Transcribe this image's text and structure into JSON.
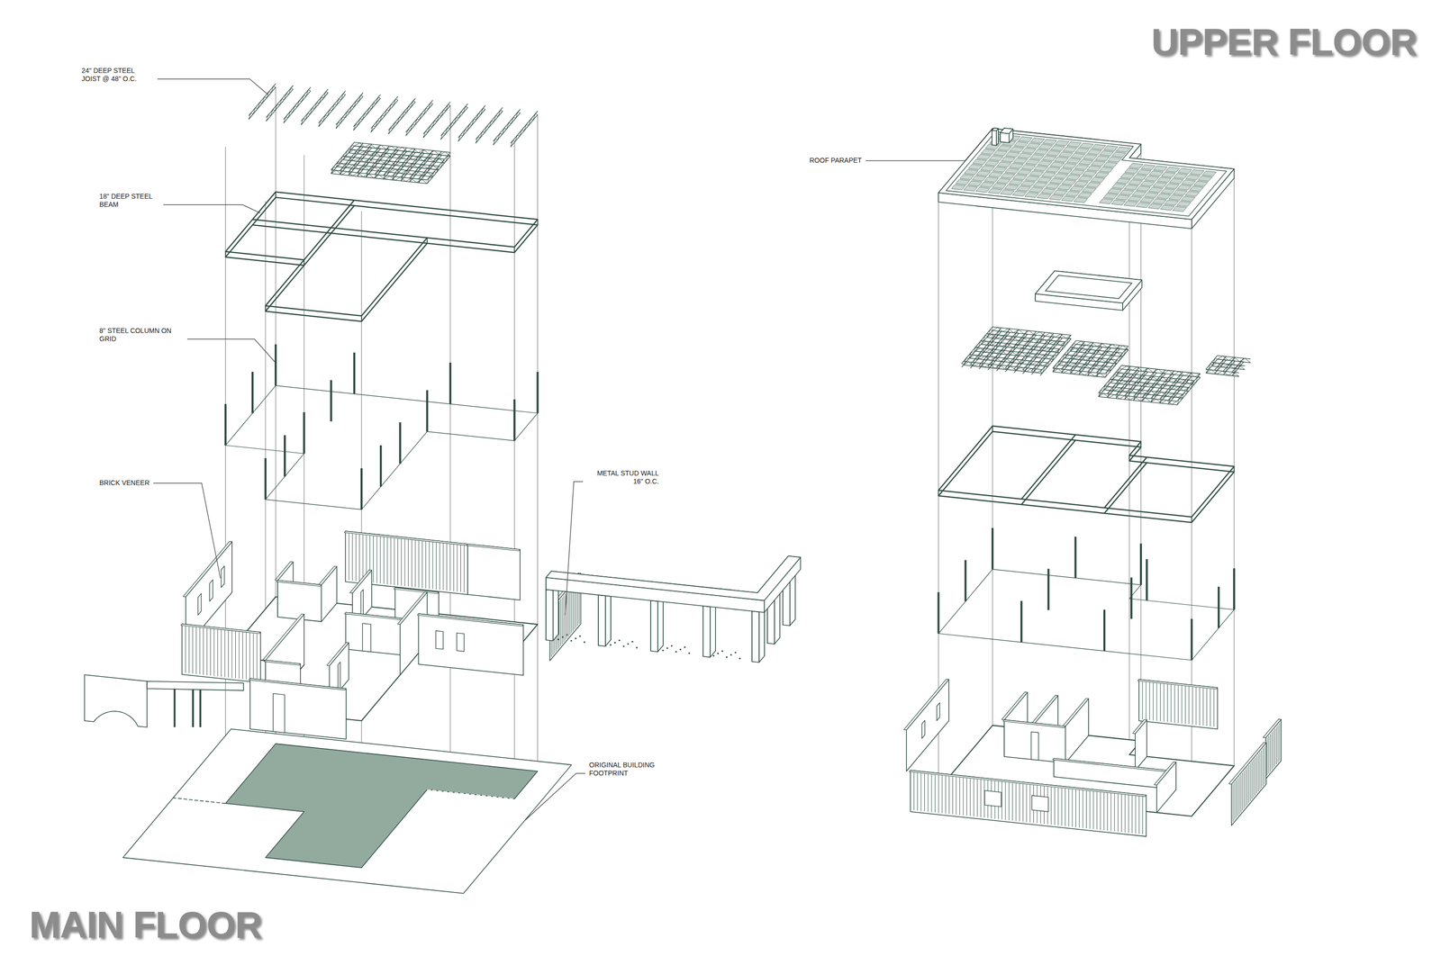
{
  "diagram": {
    "labels": [
      "UPPER FLOOR",
      "24\" DEEP STEEL JOIST @ 48\" O.C.",
      "18\" DEEP STEEL BEAM",
      "ROOF PARAPET",
      "8\" STEEL COLUMN ON GRID",
      "BRICK VENEER",
      "METAL STUD WALL 16\" O.C.",
      "ORIGINAL BUILDING FOOTPRINT",
      "MAIN FLOOR"
    ]
  }
}
